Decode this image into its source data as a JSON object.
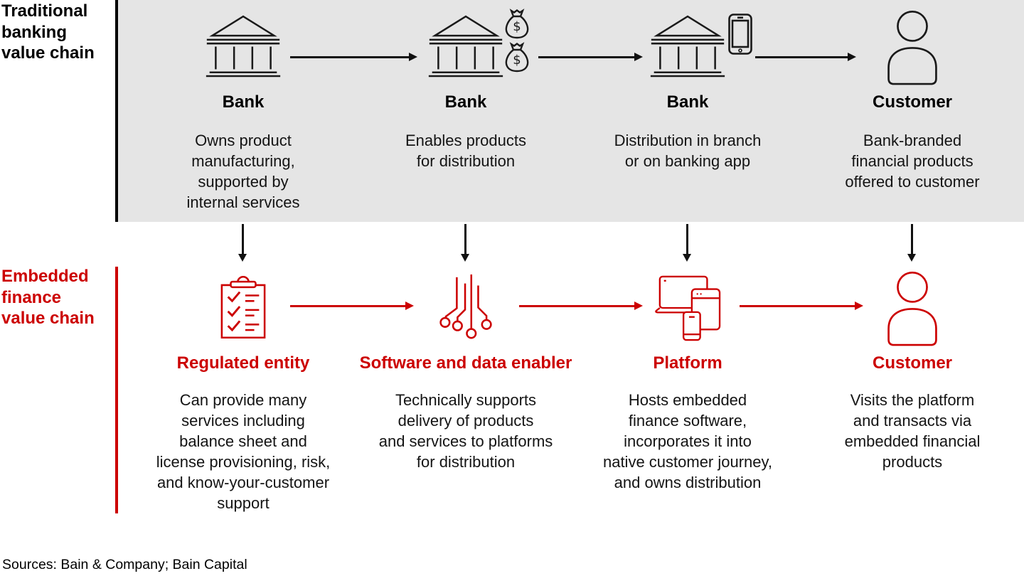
{
  "colors": {
    "accent_red": "#cc0000",
    "band_gray": "#e5e5e5",
    "text_black": "#000000"
  },
  "traditional_chain": {
    "label_lines": [
      "Traditional",
      "banking",
      "value chain"
    ],
    "stages": [
      {
        "icon": "bank-icon",
        "title": "Bank",
        "description_lines": [
          "Owns product",
          "manufacturing,",
          "supported by",
          "internal services"
        ]
      },
      {
        "icon": "bank-icon + money-bags-icon",
        "title": "Bank",
        "description_lines": [
          "Enables products",
          "for distribution"
        ]
      },
      {
        "icon": "bank-icon + smartphone-icon",
        "title": "Bank",
        "description_lines": [
          "Distribution in branch",
          "or on banking app"
        ]
      },
      {
        "icon": "customer-icon",
        "title": "Customer",
        "description_lines": [
          "Bank-branded",
          "financial products",
          "offered to customer"
        ]
      }
    ]
  },
  "embedded_chain": {
    "label_lines": [
      "Embedded",
      "finance",
      "value chain"
    ],
    "stages": [
      {
        "icon": "clipboard-checklist-icon",
        "title": "Regulated entity",
        "description_lines": [
          "Can provide many",
          "services including",
          "balance sheet and",
          "license provisioning, risk,",
          "and know-your-customer",
          "support"
        ]
      },
      {
        "icon": "circuit-icon",
        "title": "Software and data enabler",
        "description_lines": [
          "Technically supports",
          "delivery of products",
          "and services to platforms",
          "for distribution"
        ]
      },
      {
        "icon": "devices-icon",
        "title": "Platform",
        "description_lines": [
          "Hosts embedded",
          "finance software,",
          "incorporates it into",
          "native customer journey,",
          "and owns distribution"
        ]
      },
      {
        "icon": "customer-icon",
        "title": "Customer",
        "description_lines": [
          "Visits the platform",
          "and transacts via",
          "embedded financial",
          "products"
        ]
      }
    ]
  },
  "footer": {
    "sources": "Sources: Bain & Company; Bain Capital"
  }
}
